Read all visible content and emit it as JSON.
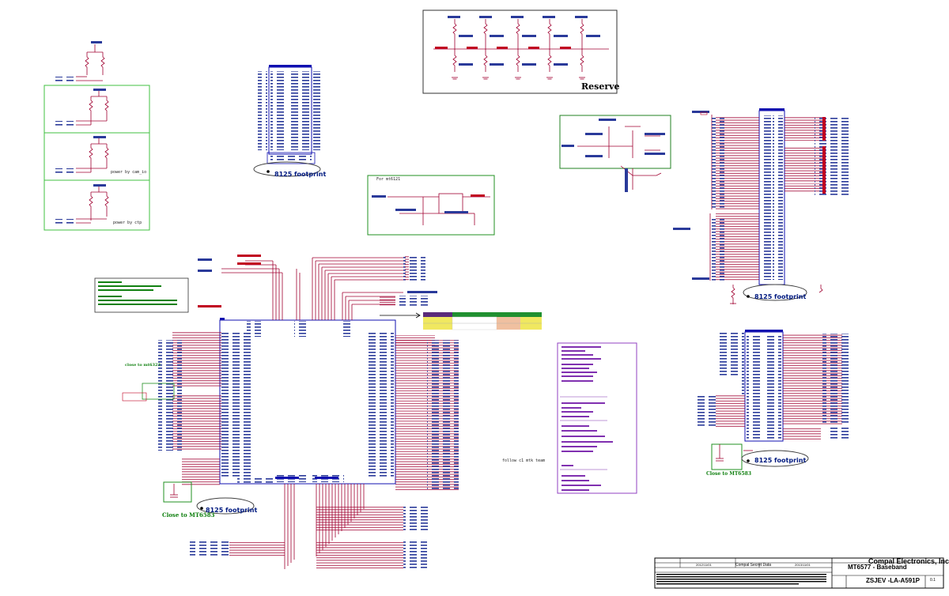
{
  "labels": {
    "reserve": "Reserve",
    "footprint_top": "8125 footprint",
    "footprint_right": "8125 footprint",
    "footprint_bottom_right": "8125 footprint",
    "footprint_main": "8125 footprint",
    "close_to_mt6583": "Close to MT6583",
    "close_to_mt6583_right": "Close to MT6583",
    "close_to_mt6323": "close to mt6323",
    "power_by_cam_io": "power by cam_io",
    "power_by_ctp": "power by ctp",
    "for_mt6121": "For mt6121",
    "follow_note": "follow c1 mtk team",
    "strap_note": "STRAP/Pin: Enter Test Mode / Connect to GND : Normal mode"
  },
  "title_block": {
    "company": "Compal Electronics, Inc.",
    "title": "MT6577 - Baseband",
    "doc_number": "ZSJEV -LA-A591P",
    "date1": "2012/11/01",
    "date2": "2013/11/01",
    "classification": "Compal Secret Data",
    "rev": "0.1"
  },
  "colors": {
    "wire": "#a00030",
    "chip": "#1010b0",
    "group": "#40c040",
    "purple": "#8030b0",
    "pin": "#002080",
    "note_green": "#108010"
  },
  "icons": {
    "ground": "ground-icon",
    "connector": "connector-icon",
    "resistor": "resistor-icon"
  }
}
